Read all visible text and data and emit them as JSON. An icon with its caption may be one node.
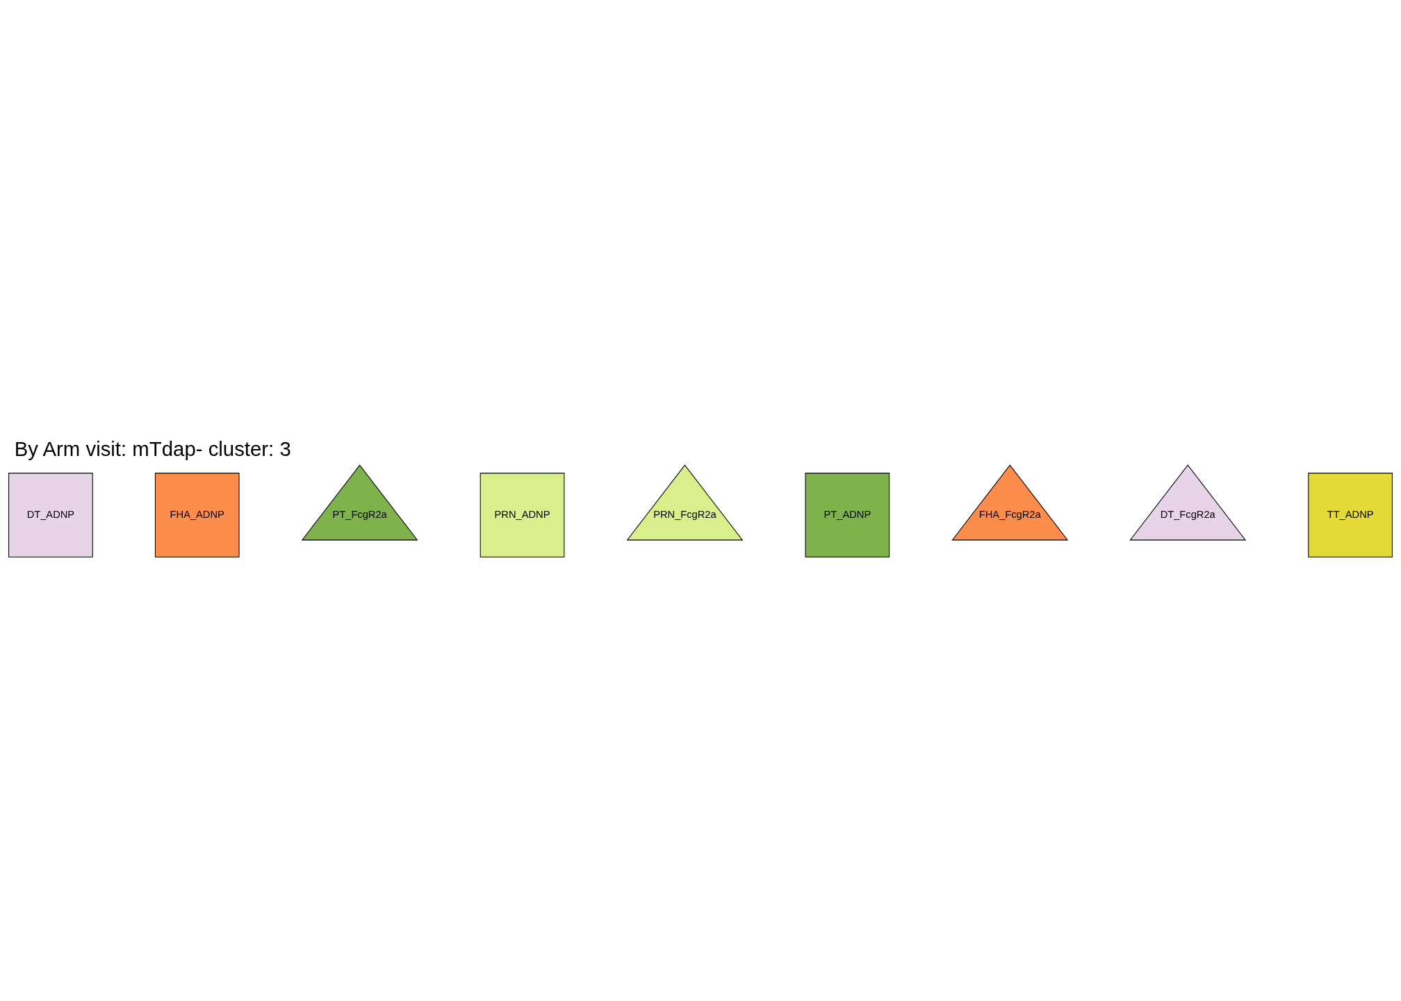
{
  "diagram": {
    "title": "By Arm visit: mTdap- cluster: 3",
    "nodes": [
      {
        "text": [
          "DT_ADNP"
        ]
      },
      {
        "text": [
          "FHA_ADNP"
        ]
      },
      {
        "text": [
          "PT_FcgR2a"
        ]
      },
      {
        "text": [
          "PRN_ADNP"
        ]
      },
      {
        "text": [
          "PRN_FcgR2a"
        ]
      },
      {
        "text": [
          "PT_ADNP"
        ]
      },
      {
        "text": [
          "FHA_FcgR2a"
        ]
      },
      {
        "text": [
          "DT_FcgR2a"
        ]
      },
      {
        "text": [
          "TT_ADNP"
        ]
      }
    ],
    "edges": []
  }
}
